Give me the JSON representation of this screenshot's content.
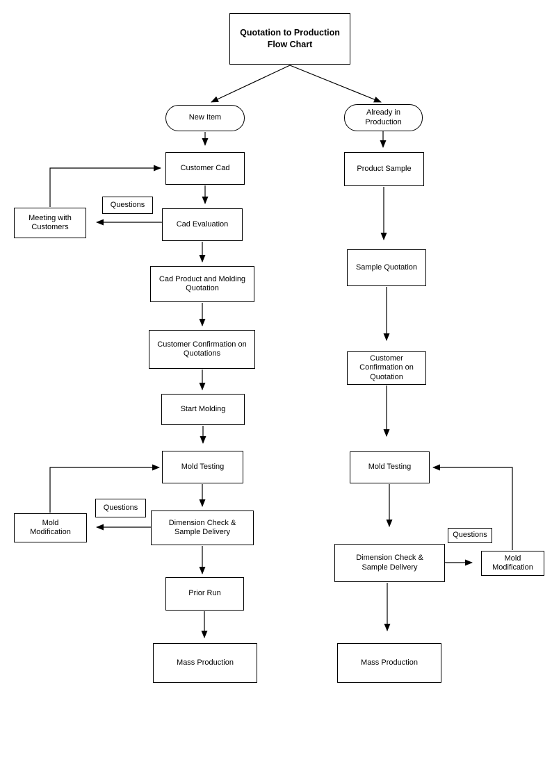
{
  "diagram": {
    "title": "Quotation to Production Flow Chart",
    "nodes": {
      "title": {
        "label": "Quotation to Production Flow Chart",
        "shape": "rect"
      },
      "new_item": {
        "label": "New Item",
        "shape": "terminator"
      },
      "already_in_production": {
        "label": "Already in Production",
        "shape": "terminator"
      },
      "customer_cad": {
        "label": "Customer Cad",
        "shape": "rect"
      },
      "questions_cad": {
        "label": "Questions",
        "shape": "rect"
      },
      "meeting_with_customers": {
        "label": "Meeting with Customers",
        "shape": "rect"
      },
      "cad_evaluation": {
        "label": "Cad Evaluation",
        "shape": "rect"
      },
      "cad_product_and_molding_quotation": {
        "label": "Cad Product and Molding Quotation",
        "shape": "rect"
      },
      "customer_confirmation_on_quotations": {
        "label": "Customer Confirmation on Quotations",
        "shape": "rect"
      },
      "start_molding": {
        "label": "Start Molding",
        "shape": "rect"
      },
      "mold_testing_new": {
        "label": "Mold Testing",
        "shape": "rect"
      },
      "questions_new": {
        "label": "Questions",
        "shape": "rect"
      },
      "mold_modification_new": {
        "label": "Mold Modification",
        "shape": "rect"
      },
      "dimension_check_new": {
        "label": "Dimension Check & Sample Delivery",
        "shape": "rect"
      },
      "prior_run": {
        "label": "Prior Run",
        "shape": "rect"
      },
      "mass_production_new": {
        "label": "Mass Production",
        "shape": "rect"
      },
      "product_sample": {
        "label": "Product Sample",
        "shape": "rect"
      },
      "sample_quotation": {
        "label": "Sample Quotation",
        "shape": "rect"
      },
      "customer_confirmation_on_quotation": {
        "label": "Customer Confirmation on Quotation",
        "shape": "rect"
      },
      "mold_testing_existing": {
        "label": "Mold Testing",
        "shape": "rect"
      },
      "questions_existing": {
        "label": "Questions",
        "shape": "rect"
      },
      "dimension_check_existing": {
        "label": "Dimension Check & Sample Delivery",
        "shape": "rect"
      },
      "mold_modification_existing": {
        "label": "Mold Modification",
        "shape": "rect"
      },
      "mass_production_existing": {
        "label": "Mass Production",
        "shape": "rect"
      }
    },
    "edges": [
      {
        "from": "title",
        "to": "new_item"
      },
      {
        "from": "title",
        "to": "already_in_production"
      },
      {
        "from": "new_item",
        "to": "customer_cad"
      },
      {
        "from": "customer_cad",
        "to": "cad_evaluation"
      },
      {
        "from": "cad_evaluation",
        "to": "meeting_with_customers",
        "note": "Questions"
      },
      {
        "from": "meeting_with_customers",
        "to": "customer_cad"
      },
      {
        "from": "cad_evaluation",
        "to": "cad_product_and_molding_quotation"
      },
      {
        "from": "cad_product_and_molding_quotation",
        "to": "customer_confirmation_on_quotations"
      },
      {
        "from": "customer_confirmation_on_quotations",
        "to": "start_molding"
      },
      {
        "from": "start_molding",
        "to": "mold_testing_new"
      },
      {
        "from": "mold_testing_new",
        "to": "dimension_check_new"
      },
      {
        "from": "dimension_check_new",
        "to": "mold_modification_new",
        "note": "Questions"
      },
      {
        "from": "mold_modification_new",
        "to": "mold_testing_new"
      },
      {
        "from": "dimension_check_new",
        "to": "prior_run"
      },
      {
        "from": "prior_run",
        "to": "mass_production_new"
      },
      {
        "from": "already_in_production",
        "to": "product_sample"
      },
      {
        "from": "product_sample",
        "to": "sample_quotation"
      },
      {
        "from": "sample_quotation",
        "to": "customer_confirmation_on_quotation"
      },
      {
        "from": "customer_confirmation_on_quotation",
        "to": "mold_testing_existing"
      },
      {
        "from": "mold_testing_existing",
        "to": "dimension_check_existing"
      },
      {
        "from": "dimension_check_existing",
        "to": "mold_modification_existing",
        "note": "Questions"
      },
      {
        "from": "mold_modification_existing",
        "to": "mold_testing_existing"
      },
      {
        "from": "dimension_check_existing",
        "to": "mass_production_existing"
      }
    ],
    "colors": {
      "line": "#000000",
      "box_border": "#000000",
      "box_fill": "#ffffff",
      "background": "#ffffff"
    }
  }
}
